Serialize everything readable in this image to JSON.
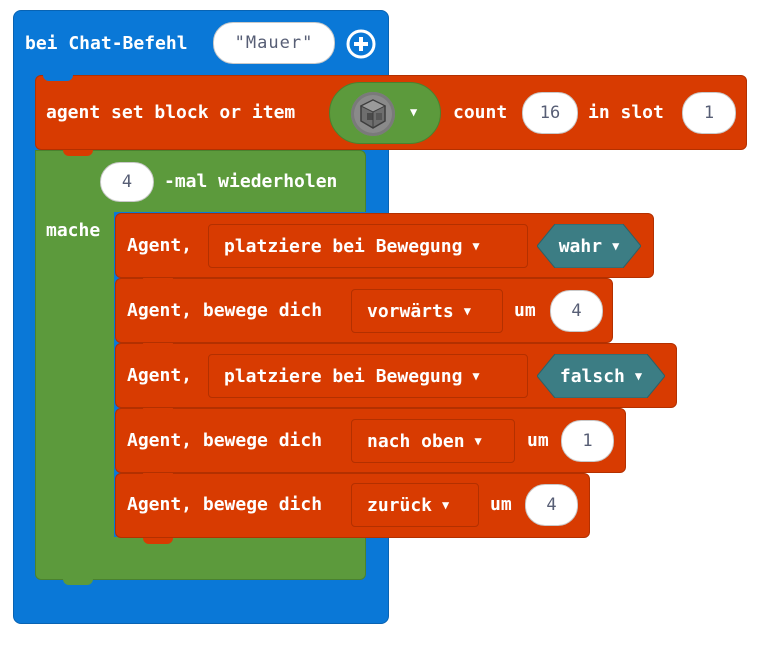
{
  "event_block": {
    "label": "bei Chat-Befehl",
    "command": "\"Mauer\"",
    "add_icon": "plus-circle-icon",
    "color": "#0a78d7"
  },
  "set_item_block": {
    "label": "agent set block or item",
    "item_icon": "stone-block-icon",
    "count_label": "count",
    "count_value": "16",
    "slot_label": "in slot",
    "slot_value": "1",
    "color": "#d83b01"
  },
  "repeat_block": {
    "times": "4",
    "label": "-mal wiederholen",
    "do_label": "mache",
    "color": "#5c9a3c"
  },
  "inner_blocks": [
    {
      "prefix": "Agent,",
      "dropdown": "platziere bei Bewegung",
      "bool": "wahr"
    },
    {
      "prefix": "Agent, bewege dich",
      "dropdown": "vorwärts",
      "um": "um",
      "value": "4"
    },
    {
      "prefix": "Agent,",
      "dropdown": "platziere bei Bewegung",
      "bool": "falsch"
    },
    {
      "prefix": "Agent, bewege dich",
      "dropdown": "nach oben",
      "um": "um",
      "value": "1"
    },
    {
      "prefix": "Agent, bewege dich",
      "dropdown": "zurück",
      "um": "um",
      "value": "4"
    }
  ],
  "colors": {
    "agent_red": "#d83b01",
    "boolean_teal": "#3c7d84",
    "loop_green": "#5c9a3c",
    "event_blue": "#0a78d7"
  }
}
